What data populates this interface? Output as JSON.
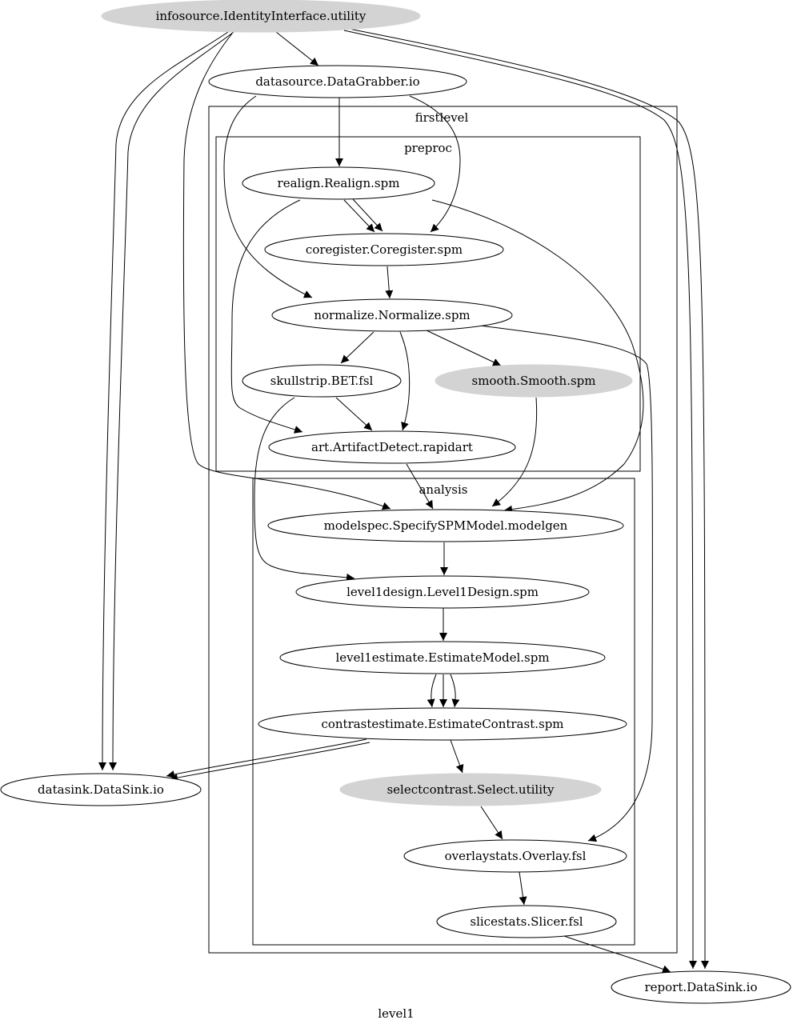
{
  "graph_label": "level1",
  "clusters": {
    "firstlevel": "firstlevel",
    "preproc": "preproc",
    "analysis": "analysis"
  },
  "nodes": {
    "infosource": "infosource.IdentityInterface.utility",
    "datasource": "datasource.DataGrabber.io",
    "realign": "realign.Realign.spm",
    "coregister": "coregister.Coregister.spm",
    "normalize": "normalize.Normalize.spm",
    "skullstrip": "skullstrip.BET.fsl",
    "smooth": "smooth.Smooth.spm",
    "art": "art.ArtifactDetect.rapidart",
    "modelspec": "modelspec.SpecifySPMModel.modelgen",
    "level1design": "level1design.Level1Design.spm",
    "level1estimate": "level1estimate.EstimateModel.spm",
    "contrastestimate": "contrastestimate.EstimateContrast.spm",
    "selectcontrast": "selectcontrast.Select.utility",
    "overlaystats": "overlaystats.Overlay.fsl",
    "slicestats": "slicestats.Slicer.fsl",
    "datasink": "datasink.DataSink.io",
    "report": "report.DataSink.io"
  },
  "node_fills": {
    "infosource": "#d3d3d3",
    "smooth": "#d3d3d3",
    "selectcontrast": "#d3d3d3",
    "default": "#ffffff"
  },
  "edges": [
    [
      "infosource",
      "datasource"
    ],
    [
      "infosource",
      "datasink"
    ],
    [
      "infosource",
      "datasink"
    ],
    [
      "infosource",
      "modelspec"
    ],
    [
      "infosource",
      "report"
    ],
    [
      "infosource",
      "report"
    ],
    [
      "datasource",
      "realign"
    ],
    [
      "datasource",
      "coregister"
    ],
    [
      "datasource",
      "normalize"
    ],
    [
      "realign",
      "coregister"
    ],
    [
      "realign",
      "coregister"
    ],
    [
      "realign",
      "art"
    ],
    [
      "realign",
      "modelspec"
    ],
    [
      "coregister",
      "normalize"
    ],
    [
      "normalize",
      "skullstrip"
    ],
    [
      "normalize",
      "smooth"
    ],
    [
      "normalize",
      "art"
    ],
    [
      "normalize",
      "overlaystats"
    ],
    [
      "skullstrip",
      "art"
    ],
    [
      "skullstrip",
      "level1design"
    ],
    [
      "smooth",
      "modelspec"
    ],
    [
      "art",
      "modelspec"
    ],
    [
      "modelspec",
      "level1design"
    ],
    [
      "level1design",
      "level1estimate"
    ],
    [
      "level1estimate",
      "contrastestimate"
    ],
    [
      "level1estimate",
      "contrastestimate"
    ],
    [
      "level1estimate",
      "contrastestimate"
    ],
    [
      "contrastestimate",
      "datasink"
    ],
    [
      "contrastestimate",
      "datasink"
    ],
    [
      "contrastestimate",
      "selectcontrast"
    ],
    [
      "selectcontrast",
      "overlaystats"
    ],
    [
      "overlaystats",
      "slicestats"
    ],
    [
      "slicestats",
      "report"
    ]
  ]
}
